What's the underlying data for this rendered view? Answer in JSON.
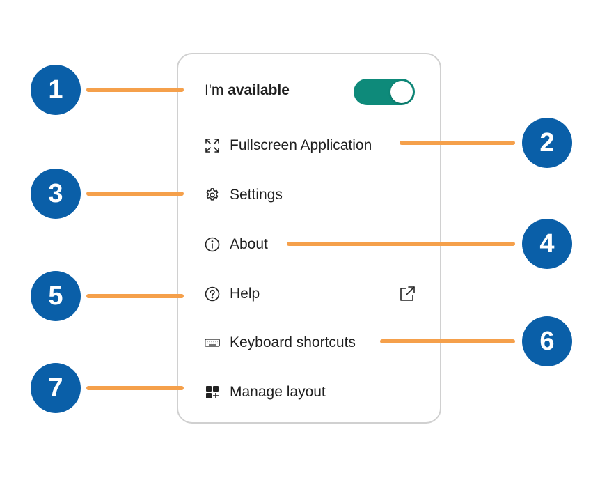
{
  "colors": {
    "badge": "#0a5fa8",
    "connector": "#f5a04b",
    "toggle_on": "#0e8a7a"
  },
  "status": {
    "prefix": "I'm",
    "state": "available",
    "toggle_on": true
  },
  "menu": {
    "items": [
      {
        "label": "Fullscreen Application",
        "icon": "fullscreen-icon"
      },
      {
        "label": "Settings",
        "icon": "gear-icon"
      },
      {
        "label": "About",
        "icon": "info-icon"
      },
      {
        "label": "Help",
        "icon": "help-icon",
        "trailing_icon": "external-link-icon"
      },
      {
        "label": "Keyboard shortcuts",
        "icon": "keyboard-icon"
      },
      {
        "label": "Manage layout",
        "icon": "layout-icon"
      }
    ]
  },
  "callouts": [
    "1",
    "2",
    "3",
    "4",
    "5",
    "6",
    "7"
  ]
}
